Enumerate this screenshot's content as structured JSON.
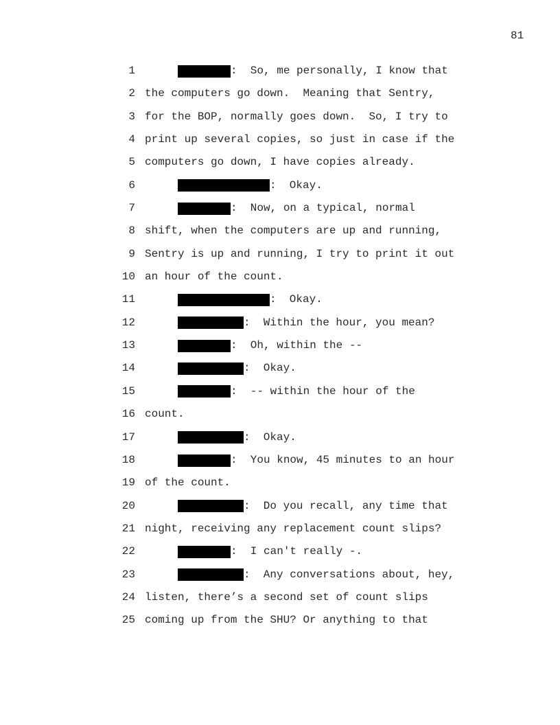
{
  "page_number": "81",
  "lines": [
    {
      "n": "1",
      "speaker": "r8",
      "text": ":  So, me personally, I know that"
    },
    {
      "n": "2",
      "text": "the computers go down.  Meaning that Sentry,"
    },
    {
      "n": "3",
      "text": "for the BOP, normally goes down.  So, I try to"
    },
    {
      "n": "4",
      "text": "print up several copies, so just in case if the"
    },
    {
      "n": "5",
      "text": "computers go down, I have copies already."
    },
    {
      "n": "6",
      "speaker": "r14",
      "text": ":  Okay."
    },
    {
      "n": "7",
      "speaker": "r8",
      "text": ":  Now, on a typical, normal"
    },
    {
      "n": "8",
      "text": "shift, when the computers are up and running,"
    },
    {
      "n": "9",
      "text": "Sentry is up and running, I try to print it out"
    },
    {
      "n": "10",
      "text": "an hour of the count."
    },
    {
      "n": "11",
      "speaker": "r14",
      "text": ":  Okay."
    },
    {
      "n": "12",
      "speaker": "r10",
      "text": ":  Within the hour, you mean?"
    },
    {
      "n": "13",
      "speaker": "r8",
      "text": ":  Oh, within the --"
    },
    {
      "n": "14",
      "speaker": "r10",
      "text": ":  Okay."
    },
    {
      "n": "15",
      "speaker": "r8",
      "text": ":  -- within the hour of the"
    },
    {
      "n": "16",
      "text": "count."
    },
    {
      "n": "17",
      "speaker": "r10",
      "text": ":  Okay."
    },
    {
      "n": "18",
      "speaker": "r8",
      "text": ":  You know, 45 minutes to an hour"
    },
    {
      "n": "19",
      "text": "of the count."
    },
    {
      "n": "20",
      "speaker": "r10",
      "text": ":  Do you recall, any time that"
    },
    {
      "n": "21",
      "text": "night, receiving any replacement count slips?"
    },
    {
      "n": "22",
      "speaker": "r8",
      "text": ":  I can't really -."
    },
    {
      "n": "23",
      "speaker": "r10",
      "text": ":  Any conversations about, hey,"
    },
    {
      "n": "24",
      "text": "listen, there’s a second set of count slips"
    },
    {
      "n": "25",
      "text": "coming up from the SHU? Or anything to that"
    }
  ]
}
